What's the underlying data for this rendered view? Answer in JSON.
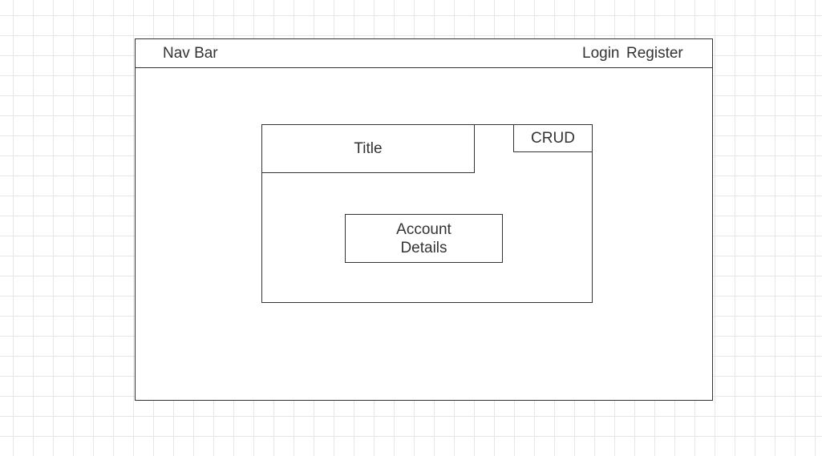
{
  "navbar": {
    "title": "Nav Bar",
    "login_label": "Login",
    "register_label": "Register"
  },
  "card": {
    "title": "Title",
    "crud_label": "CRUD",
    "account_details": "Account Details"
  },
  "colors": {
    "stroke": "#333333",
    "grid": "#e6e6e6",
    "background": "#ffffff"
  }
}
